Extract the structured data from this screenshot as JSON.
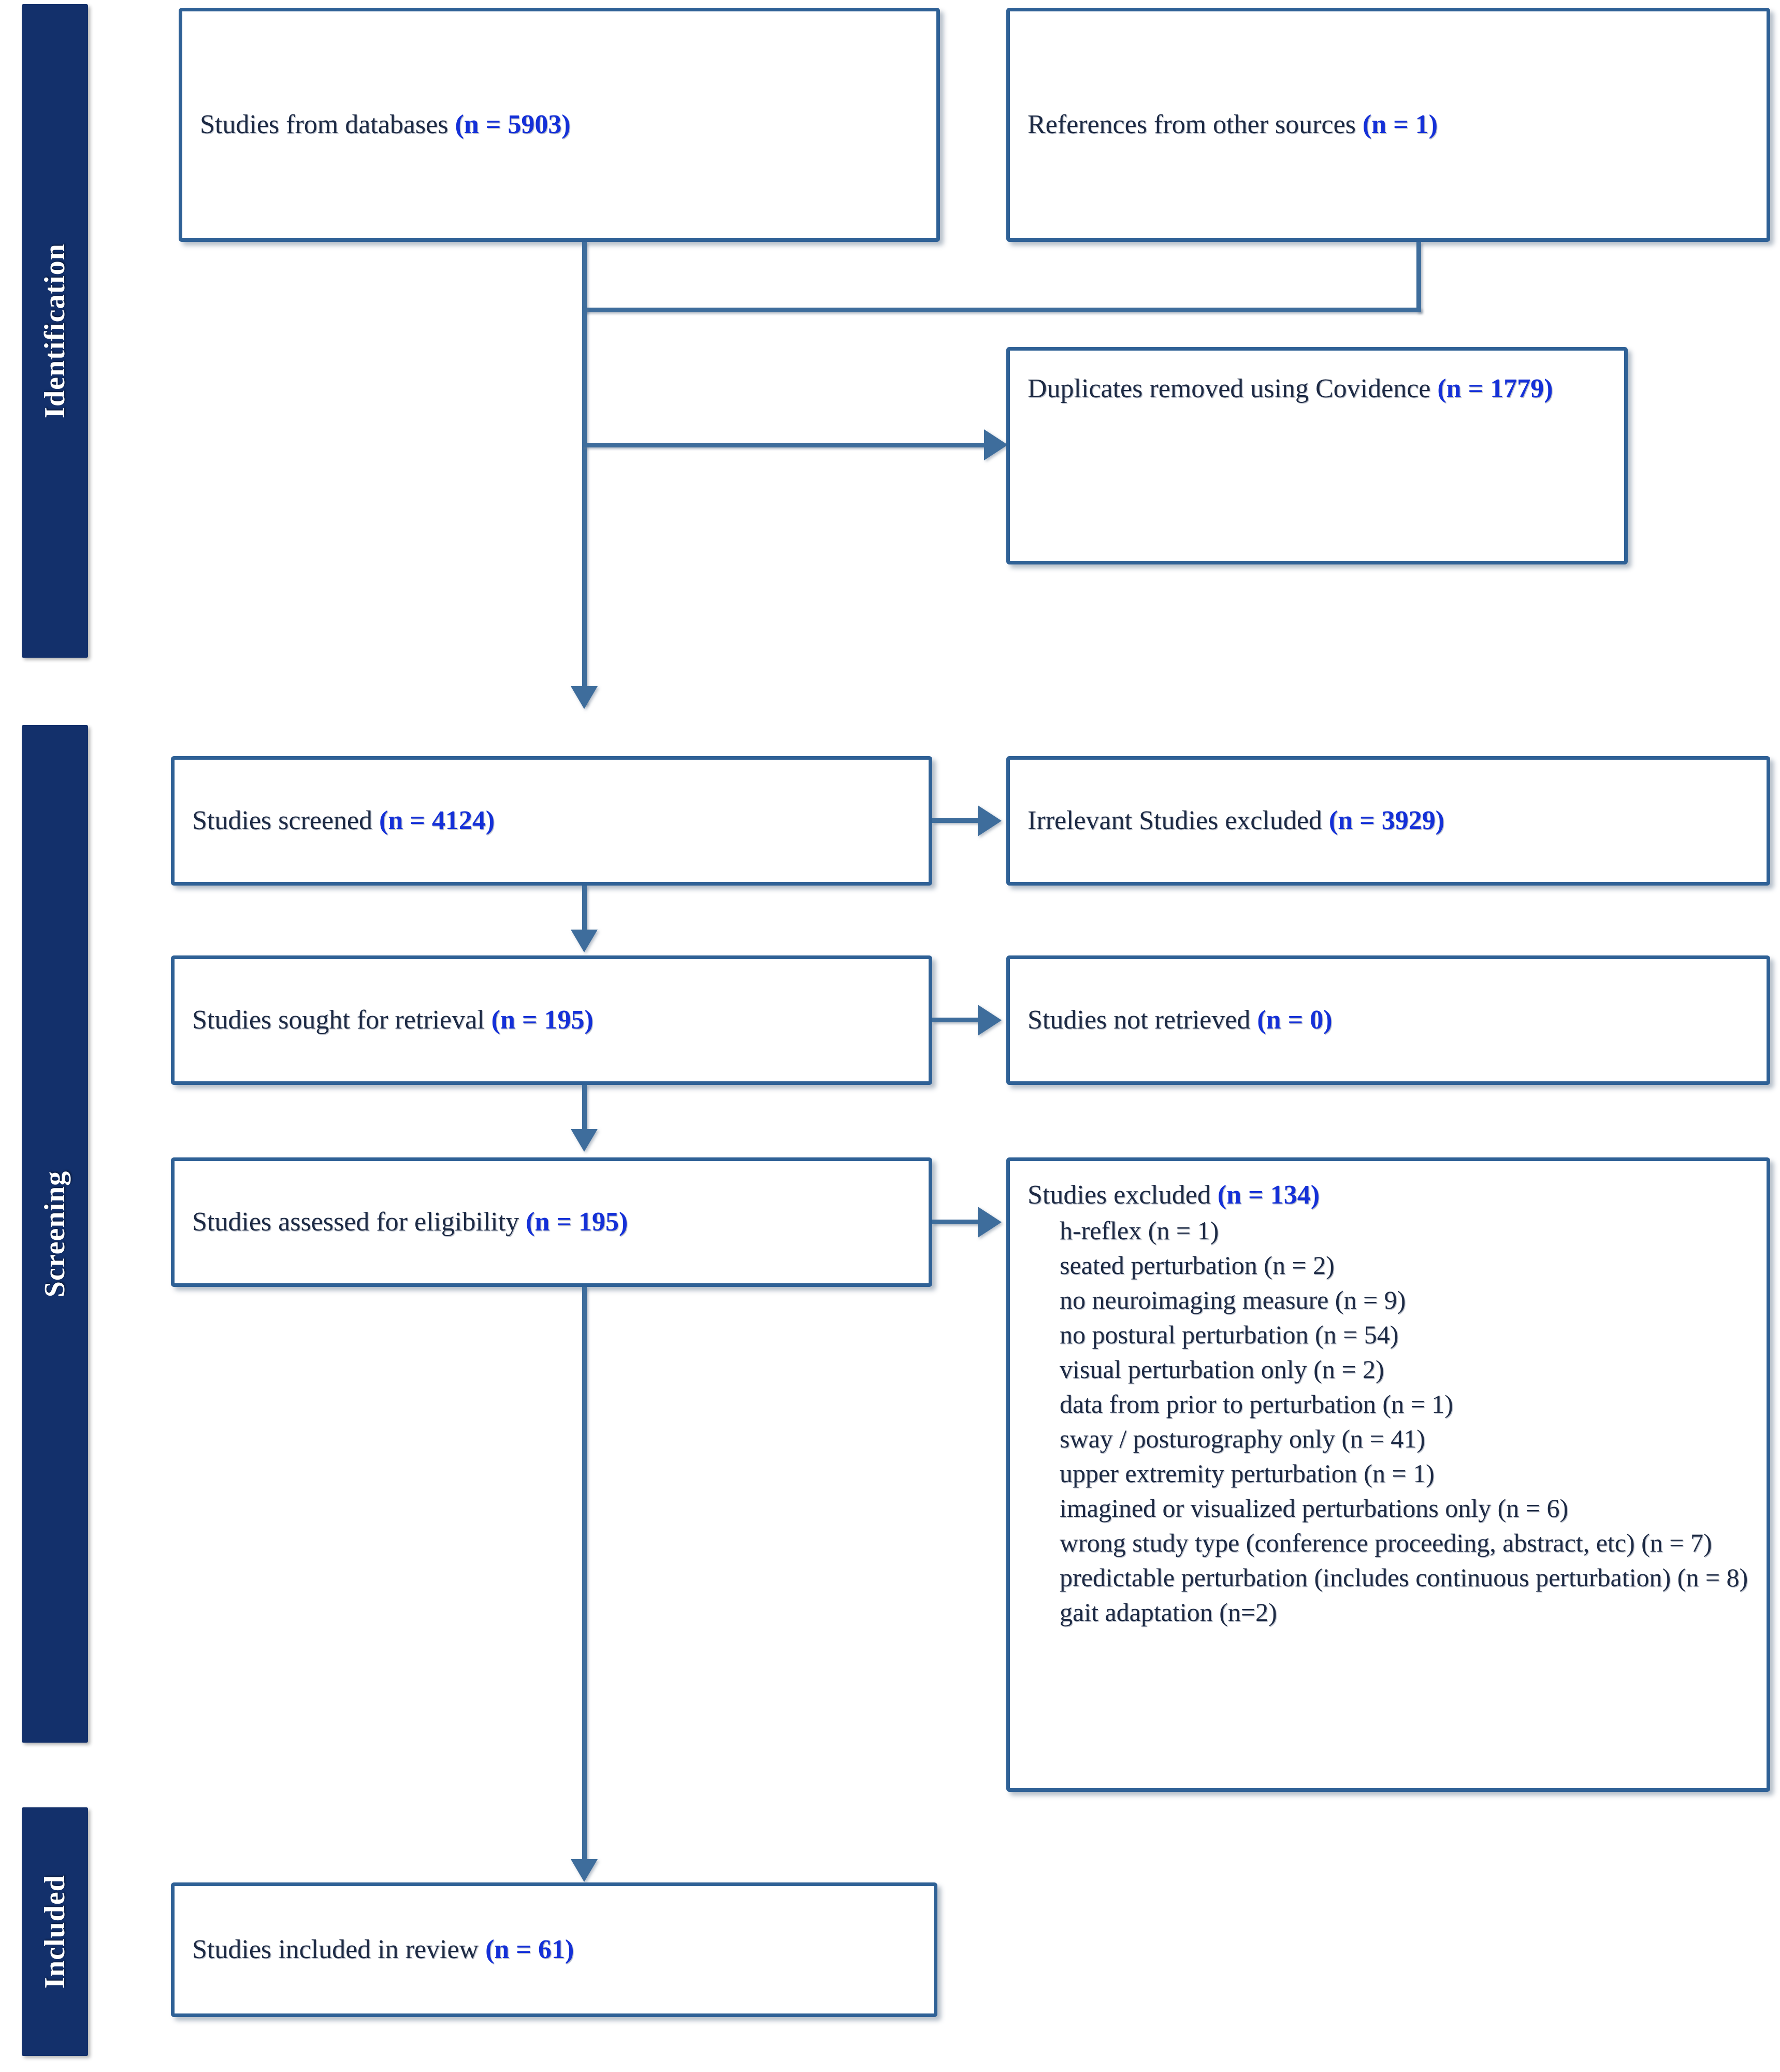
{
  "stages": [
    {
      "id": "identification",
      "label": "Identification"
    },
    {
      "id": "screening",
      "label": "Screening"
    },
    {
      "id": "included",
      "label": "Included"
    }
  ],
  "boxes": {
    "databases": {
      "text": "Studies from databases ",
      "count": "(n = 5903)"
    },
    "other_sources": {
      "text": "References from other sources ",
      "count": "(n = 1)"
    },
    "duplicates": {
      "text": "Duplicates removed using Covidence ",
      "count": "(n = 1779)"
    },
    "screened": {
      "text": "Studies screened ",
      "count": "(n = 4124)"
    },
    "irrelevant_excluded": {
      "text": "Irrelevant Studies excluded ",
      "count": "(n = 3929)"
    },
    "sought_retrieval": {
      "text": "Studies sought for retrieval ",
      "count": "(n = 195)"
    },
    "not_retrieved": {
      "text": "Studies not retrieved ",
      "count": "(n = 0)"
    },
    "assessed_eligibility": {
      "text": "Studies assessed for eligibility ",
      "count": "(n = 195)"
    },
    "excluded": {
      "text": "Studies excluded ",
      "count": "(n = 134)",
      "reasons": [
        "h-reflex (n = 1)",
        "seated perturbation (n = 2)",
        "no neuroimaging measure (n = 9)",
        "no postural perturbation (n = 54)",
        "visual perturbation only (n = 2)",
        "data from prior to perturbation (n = 1)",
        "sway / posturography only (n = 41)",
        "upper extremity perturbation (n = 1)",
        "imagined or visualized perturbations only (n = 6)",
        "wrong study type (conference proceeding, abstract, etc) (n = 7)",
        "predictable perturbation (includes continuous perturbation) (n = 8)",
        "gait adaptation (n=2)"
      ]
    },
    "included_review": {
      "text": "Studies included in review ",
      "count": "(n = 61)"
    }
  },
  "colors": {
    "stage_bar": "#13306b",
    "box_border": "#2f6196",
    "connector": "#3e6d9c",
    "count_text": "#1430d8",
    "body_text": "#1d2a44"
  }
}
